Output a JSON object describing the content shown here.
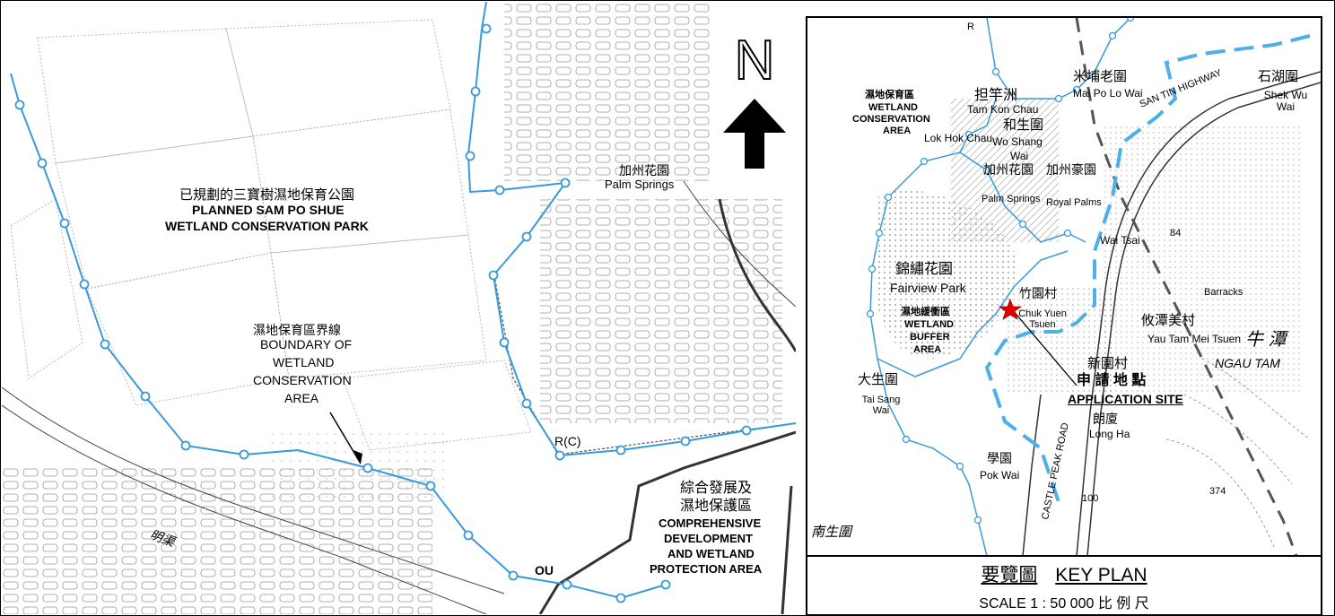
{
  "main_map": {
    "park_label_zh": "已規劃的三寶樹濕地保育公園",
    "park_label_en_1": "PLANNED SAM PO SHUE",
    "park_label_en_2": "WETLAND CONSERVATION PARK",
    "boundary_zh": "濕地保育區界線",
    "boundary_en_1": "BOUNDARY OF",
    "boundary_en_2": "WETLAND",
    "boundary_en_3": "CONSERVATION",
    "boundary_en_4": "AREA",
    "palm_zh": "加州花園",
    "palm_en": "Palm Springs",
    "zone_rc": "R(C)",
    "zone_ou": "OU",
    "cdwpa_zh_1": "綜合發展及",
    "cdwpa_zh_2": "濕地保護區",
    "cdwpa_en_1": "COMPREHENSIVE",
    "cdwpa_en_2": "DEVELOPMENT",
    "cdwpa_en_3": "AND WETLAND",
    "cdwpa_en_4": "PROTECTION AREA",
    "channel_zh": "明渠",
    "north_letter": "N"
  },
  "key_plan": {
    "title_zh": "要覽圖",
    "title_en": "KEY PLAN",
    "scale_text": "SCALE  1 : 50 000  比 例 尺",
    "wca_zh": "濕地保育區",
    "wca_en_1": "WETLAND",
    "wca_en_2": "CONSERVATION",
    "wca_en_3": "AREA",
    "wba_zh": "濕地緩衝區",
    "wba_en_1": "WETLAND",
    "wba_en_2": "BUFFER",
    "wba_en_3": "AREA",
    "site_zh": "申 請 地 點",
    "site_en": "APPLICATION SITE",
    "place_tam_zh": "担竿洲",
    "place_tam_en": "Tam Kon Chau",
    "place_mai_zh": "米埔老圍",
    "place_mai_en": "Mai Po Lo Wai",
    "place_wo_zh": "和生圍",
    "place_wo_en": "Wo Shang",
    "place_wo_en2": "Wai",
    "place_palm_zh": "加州花園",
    "place_palm_en": "Palm Springs",
    "place_royal_zh": "加州豪園",
    "place_royal_en": "Royal Palms",
    "place_fair_zh": "錦繡花園",
    "place_fair_en": "Fairview Park",
    "place_chuk_zh": "竹園村",
    "place_chuk_en": "Chuk Yuen Tsuen",
    "place_tai_zh": "大生圍",
    "place_tai_en": "Tai Sang Wai",
    "place_yau_zh": "攸潭美村",
    "place_yau_en": "Yau Tam Mei Tsuen",
    "place_ngau_zh": "牛 潭",
    "place_ngau_en": "NGAU TAM",
    "place_san_zh": "新圍村",
    "place_long_zh": "朗廈",
    "place_long_en": "Long Ha",
    "place_pok_zh": "學園",
    "place_pok_en": "Pok Wai",
    "place_shek_zh": "石湖圍",
    "place_shek_en": "Shek Wu Wai",
    "place_barracks_en": "Barracks",
    "place_waitsai_en": "Wai Tsai",
    "place_lokhok_en": "Lok Hok Chau",
    "road_santin": "SAN TIN HIGHWAY",
    "road_castle": "CASTLE PEAK ROAD",
    "road_r": "R",
    "place_nam_zh": "南生圍",
    "spot_84": "84",
    "spot_374": "374",
    "spot_100": "100"
  },
  "colors": {
    "boundary": "#3a9ad9",
    "dashed_blue": "#4db0e8",
    "dashed_grey": "#555555",
    "site_star": "#e00000"
  }
}
